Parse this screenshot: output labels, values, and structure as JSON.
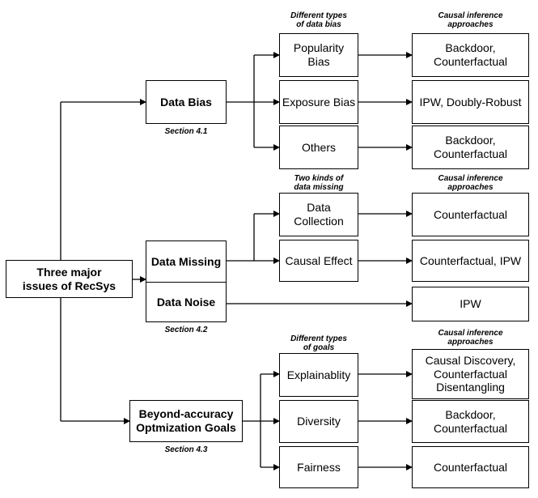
{
  "root": {
    "label": "Three major\nissues of RecSys"
  },
  "issues": {
    "data_bias": {
      "label": "Data Bias",
      "section": "Section 4.1"
    },
    "data_missing": {
      "label": "Data Missing"
    },
    "data_noise": {
      "label": "Data Noise",
      "section": "Section 4.2"
    },
    "beyond_accuracy": {
      "label": "Beyond-accuracy\nOptmization Goals",
      "section": "Section 4.3"
    }
  },
  "captions": {
    "bias_types": "Different types\nof data bias",
    "bias_approaches": "Causal inference\napproaches",
    "missing_kinds": "Two kinds of\ndata missing",
    "missing_approaches": "Causal inference\napproaches",
    "goal_types": "Different types\nof goals",
    "goal_approaches": "Causal inference\napproaches"
  },
  "bias_types": [
    {
      "label": "Popularity\nBias",
      "approach": "Backdoor,\nCounterfactual"
    },
    {
      "label": "Exposure Bias",
      "approach": "IPW, Doubly-Robust"
    },
    {
      "label": "Others",
      "approach": "Backdoor,\nCounterfactual"
    }
  ],
  "missing_kinds": [
    {
      "label": "Data\nCollection",
      "approach": "Counterfactual"
    },
    {
      "label": "Causal Effect",
      "approach": "Counterfactual, IPW"
    }
  ],
  "noise_approach": "IPW",
  "goal_types": [
    {
      "label": "Explainablity",
      "approach": "Causal Discovery,\nCounterfactual\nDisentangling"
    },
    {
      "label": "Diversity",
      "approach": "Backdoor,\nCounterfactual"
    },
    {
      "label": "Fairness",
      "approach": "Counterfactual"
    }
  ]
}
